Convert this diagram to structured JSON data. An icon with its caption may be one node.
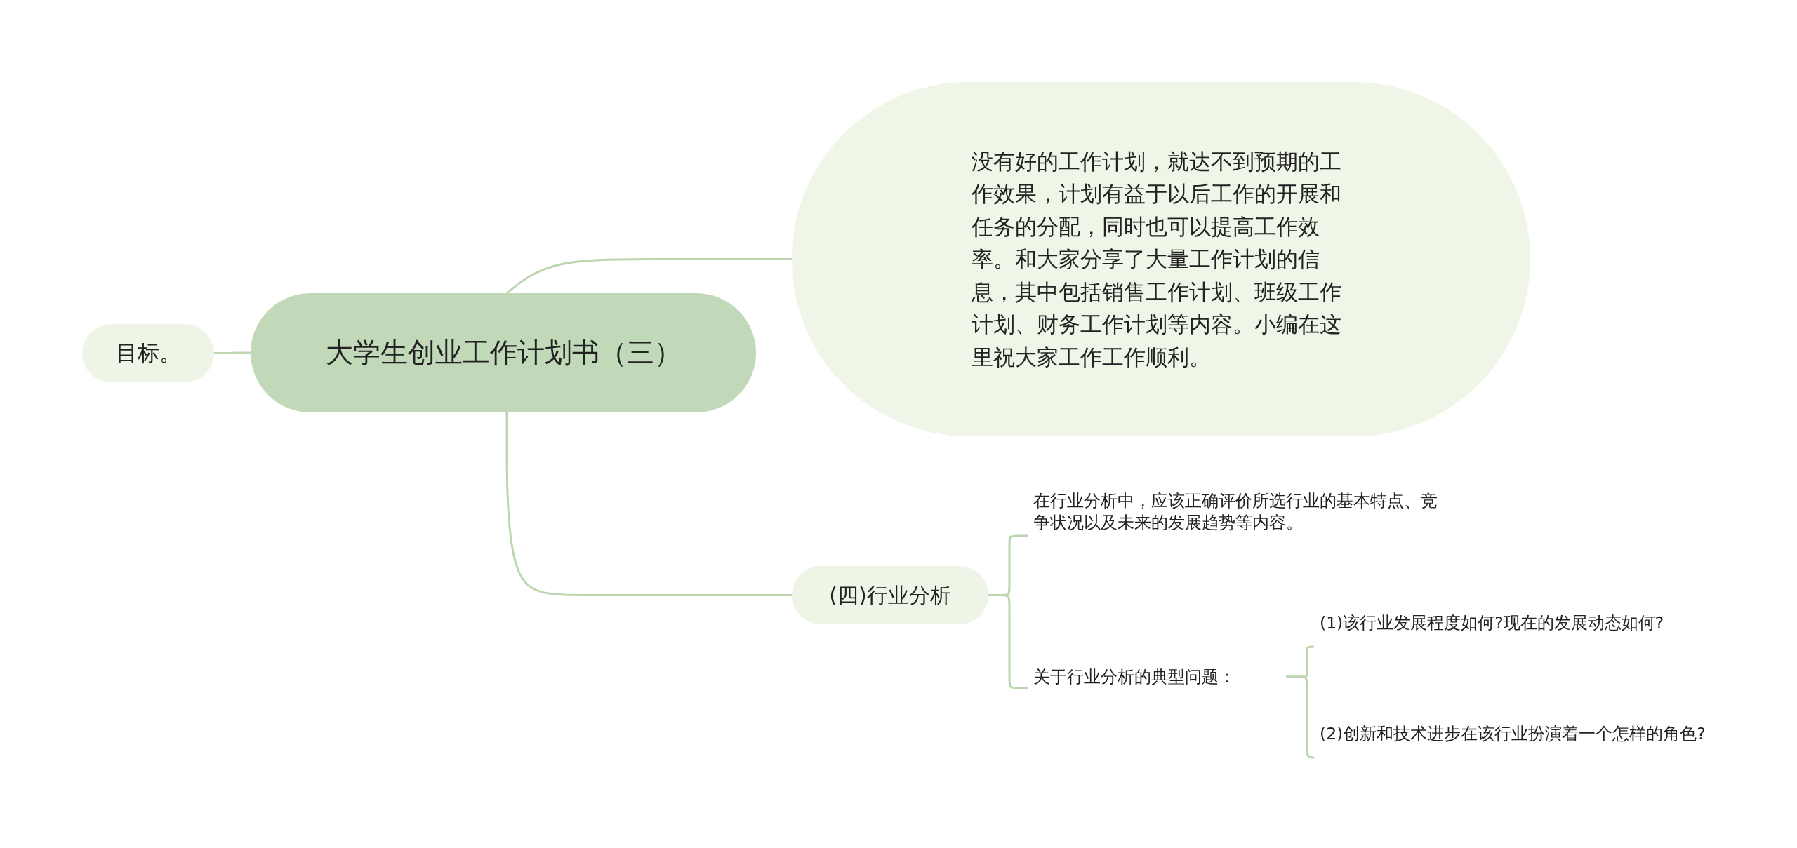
{
  "diagram": {
    "nodes": [
      {
        "text": [
          "大学生创业工作计划书（三）"
        ]
      },
      {
        "text": [
          "目标。"
        ]
      },
      {
        "text": [
          "没有好的工作计划，就达不到预期的工作效果，计划有益于以后工作的开展和任务的分配，同时也可以提高工作效率。和大家分享了大量工作计划的信息，其中包括销售工作计划、班级工作计划、财务工作计划等内容。小编在这里祝大家工作工作顺利。"
        ]
      },
      {
        "text": [
          "(四)行业分析"
        ]
      },
      {
        "text": [
          "在行业分析中，应该正确评价所选行业的基本特点、竞争状况以及未来的发展趋势等内容。"
        ]
      },
      {
        "text": [
          "关于行业分析的典型问题："
        ]
      },
      {
        "text": [
          "(1)该行业发展程度如何?现在的发展动态如何?"
        ]
      },
      {
        "text": [
          "(2)创新和技术进步在该行业扮演着一个怎样的角色?"
        ]
      }
    ],
    "edges": [
      {
        "from": 0,
        "to": 1,
        "arrow": "none"
      },
      {
        "from": 0,
        "to": 2,
        "arrow": "none"
      },
      {
        "from": 0,
        "to": 3,
        "arrow": "none"
      },
      {
        "from": 3,
        "to": 4,
        "arrow": "none"
      },
      {
        "from": 3,
        "to": 5,
        "arrow": "none"
      },
      {
        "from": 5,
        "to": 6,
        "arrow": "none"
      },
      {
        "from": 5,
        "to": 7,
        "arrow": "none"
      }
    ]
  }
}
